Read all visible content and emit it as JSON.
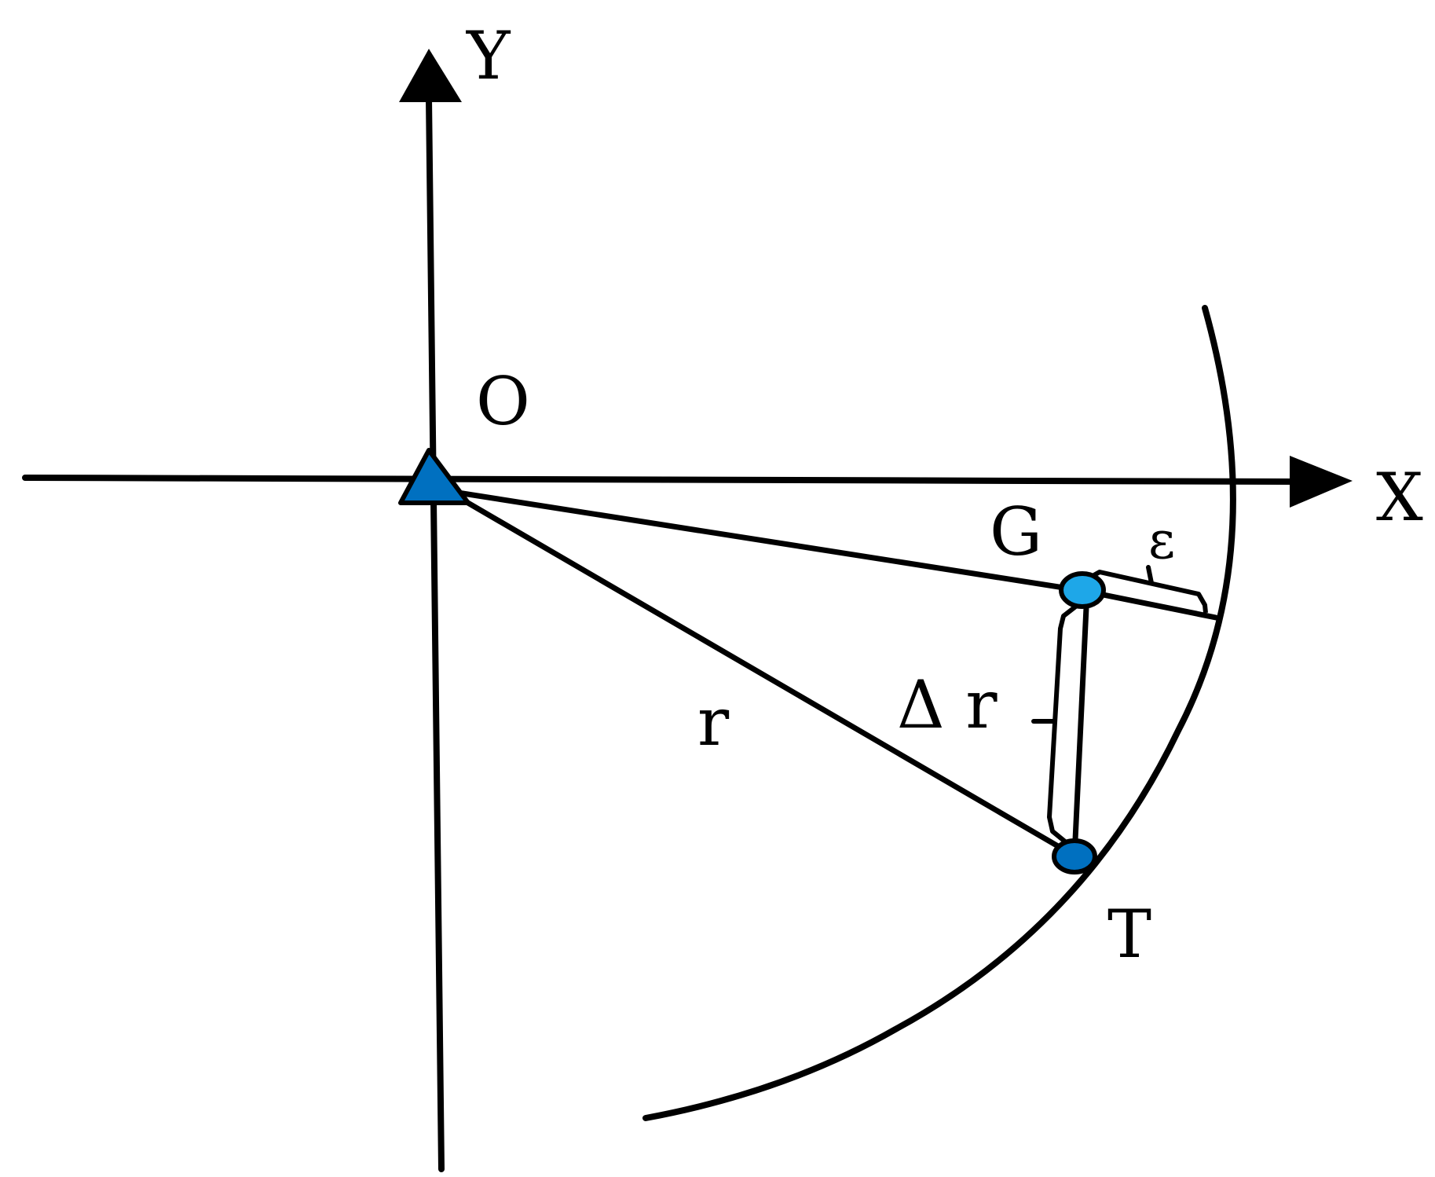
{
  "labels": {
    "y_axis": "Y",
    "x_axis": "X",
    "origin": "O",
    "point_g": "G",
    "point_t": "T",
    "epsilon": "ε",
    "radius": "r",
    "delta_r": "Δ r"
  },
  "colors": {
    "line": "#000000",
    "origin_marker": "#0070C0",
    "point_g": "#1EA7E8",
    "point_t": "#0070C0",
    "background": "#FFFFFF"
  }
}
